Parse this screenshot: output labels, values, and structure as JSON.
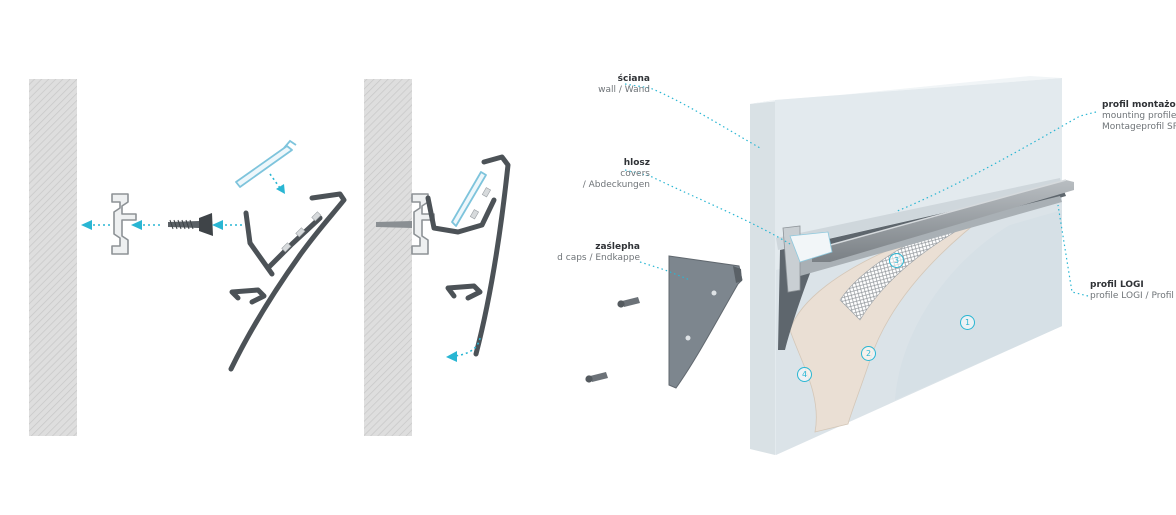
{
  "labels": {
    "wall": {
      "title": "ściana",
      "sub": "wall / Wand"
    },
    "covers": {
      "title": "hlosz",
      "sub1": "covers",
      "sub2": "/ Abdeckungen"
    },
    "endcap": {
      "title": "zaślepha",
      "sub": "d caps / Endkappe"
    },
    "mounting": {
      "title": "profil montażowy S",
      "sub1": "mounting profile S",
      "sub2": "Montageprofil SPA"
    },
    "logi": {
      "title": "profil LOGI",
      "sub": "profile LOGI / Profil LC"
    }
  },
  "markers": [
    "1",
    "2",
    "3",
    "4"
  ],
  "colors": {
    "accent": "#29b6d3",
    "profile": "#4c5257",
    "wall_hatch": "#d9d9d9",
    "panel": "#e6edf1",
    "plaster": "#eadfd4"
  }
}
